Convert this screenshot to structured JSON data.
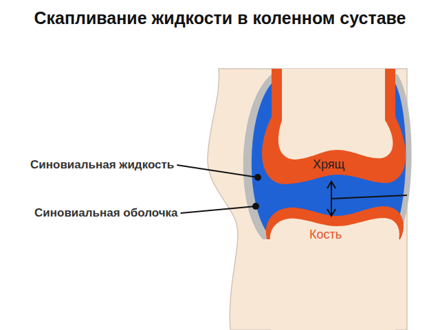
{
  "diagram": {
    "title": "Скапливание жидкости в коленном суставе",
    "labels": [
      "Синовиальная жидкость",
      "Синовиальная оболочка",
      "Хрящ",
      "Кость"
    ]
  }
}
